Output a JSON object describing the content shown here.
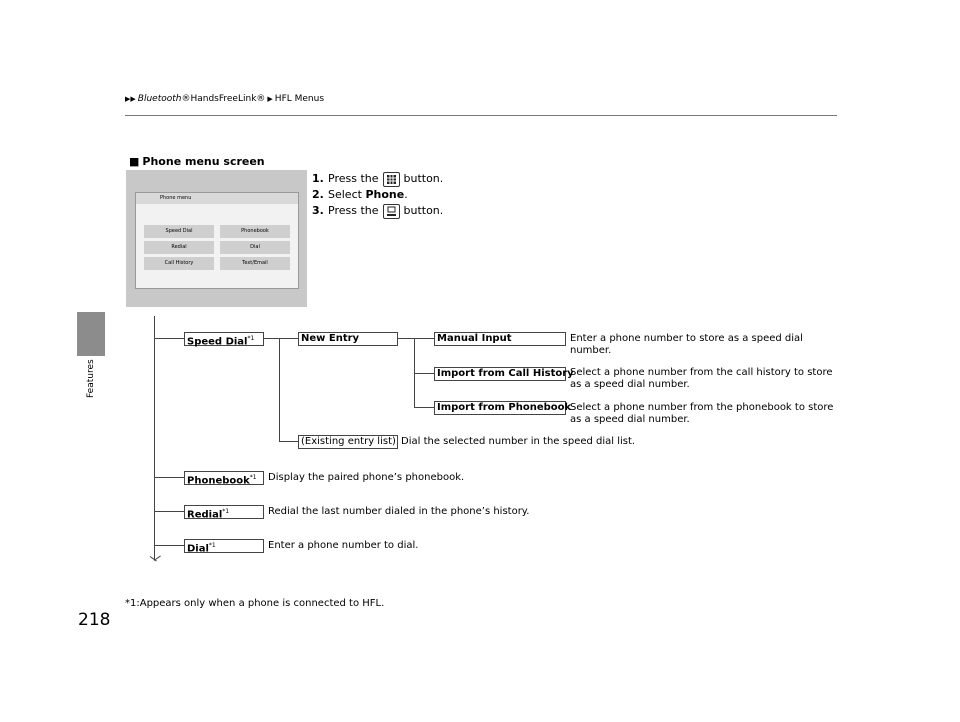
{
  "header": {
    "brand": "Bluetooth",
    "reg1": "®",
    "product": " HandsFreeLink®",
    "section": "HFL Menus"
  },
  "sidebar": {
    "label": "Features"
  },
  "page_number": "218",
  "title": "Phone menu screen",
  "steps": [
    {
      "num": "1.",
      "pre": "Press the",
      "post": "button."
    },
    {
      "num": "2.",
      "pre": "Select",
      "bold": "Phone",
      "post": "."
    },
    {
      "num": "3.",
      "pre": "Press the",
      "post": "button."
    }
  ],
  "screen": {
    "title": "Phone menu",
    "buttons": [
      "Speed Dial",
      "Phonebook",
      "Redial",
      "Dial",
      "Call History",
      "Text/Email"
    ]
  },
  "tree": {
    "speed_dial": "Speed Dial",
    "new_entry": "New Entry",
    "manual_input": "Manual Input",
    "manual_input_desc": "Enter a phone number to store as a speed dial number.",
    "import_call_history": "Import from Call History",
    "import_call_history_desc": "Select a phone number from the call history to store as a speed dial number.",
    "import_phonebook": "Import from Phonebook",
    "import_phonebook_desc": "Select a phone number from the phonebook to store as a speed dial number.",
    "existing_entry": "(Existing entry list)",
    "existing_entry_desc": "Dial the selected number in the speed dial list.",
    "phonebook": "Phonebook",
    "phonebook_desc": "Display the paired phone’s phonebook.",
    "redial": "Redial",
    "redial_desc": "Redial the last number dialed in the phone’s history.",
    "dial": "Dial",
    "dial_desc": "Enter a phone number to dial.",
    "footnote_mark": "*1"
  },
  "footnote": "*1:Appears only when a phone is connected to HFL."
}
